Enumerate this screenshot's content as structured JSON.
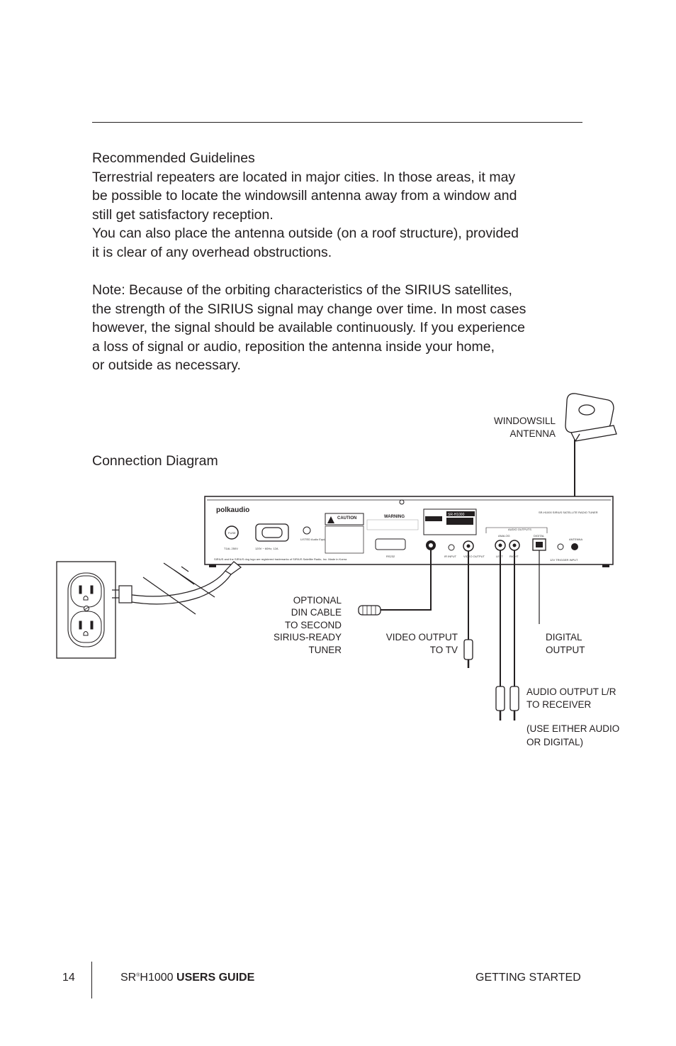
{
  "guidelines": {
    "heading": "Recommended Guidelines",
    "lines": [
      "Terrestrial repeaters are located in major cities.  In those areas, it may",
      "be possible to locate the windowsill antenna away from a window and",
      "still get satisfactory reception.",
      "You can also place the antenna outside (on a roof structure), provided",
      "it is clear of any overhead obstructions."
    ]
  },
  "note": {
    "label": "Note:",
    "first_line": " Because of the orbiting characteristics of the SIRIUS satellites,",
    "lines": [
      "the strength of the SIRIUS signal may change over time. In most cases",
      "however, the signal should be available continuously. If you experience",
      "a loss of signal or audio, reposition the antenna inside your home,",
      "or outside as necessary."
    ]
  },
  "diagram": {
    "title": "Connection Diagram",
    "labels": {
      "antenna": [
        "WINDOWSILL",
        "ANTENNA"
      ],
      "din": [
        "OPTIONAL",
        "DIN CABLE",
        "TO SECOND",
        "SIRIUS-READY",
        "TUNER"
      ],
      "video": [
        "VIDEO OUTPUT",
        "TO TV"
      ],
      "digital": [
        "DIGITAL",
        "OUTPUT"
      ],
      "audio": [
        "AUDIO OUTPUT L/R",
        "TO RECEIVER"
      ],
      "either": [
        "(USE EITHER AUDIO",
        "OR DIGITAL)"
      ]
    },
    "panel": {
      "brand": "polkaudio",
      "caution": "CAUTION",
      "warning": "WARNING",
      "model": "SR-H1000",
      "tuner_name": "SR-H1000 SIRIUS SATELLITE RADIO TUNER",
      "audio_outputs": "AUDIO OUTPUTS",
      "analog": "ANALOG",
      "digital": "DIGITAL",
      "antenna": "ANTENNA",
      "rs232": "RS232",
      "ir_input": "IR INPUT",
      "video_output": "VIDEO OUTPUT",
      "left": "LEFT",
      "right": "RIGHT",
      "trigger": "12V TRIGGER INPUT",
      "fuse": "FUSE",
      "fuse_rating": "T1AL 250V",
      "power_rating": "120V ~ 60Hz, 12A",
      "listed": "LISTED Audio Equipment",
      "trademark": "SIRIUS and the SIRIUS dog logo are registered trademarks of SIRIUS Satellite Radio, Inc.  Made in Korea"
    }
  },
  "footer": {
    "page": "14",
    "model_prefix": "SR",
    "model_suffix": "H1000",
    "guide": "USERS GUIDE",
    "section": "GETTING STARTED"
  }
}
